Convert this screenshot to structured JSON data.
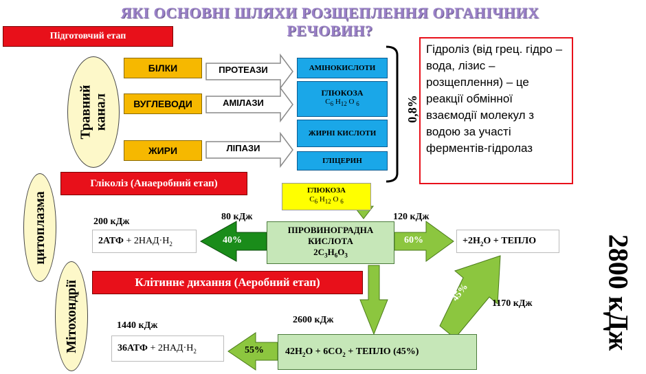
{
  "title": "ЯКІ ОСНОВНІ ШЛЯХИ РОЗЩЕПЛЕННЯ ОРГАНІЧНИХ РЕЧОВИН?",
  "prep_stage": "Підготовчий етап",
  "digestive_canal": "Травний канал",
  "substrates": [
    "БІЛКИ",
    "ВУГЛЕВОДИ",
    "ЖИРИ"
  ],
  "enzymes": [
    "ПРОТЕАЗИ",
    "АМІЛАЗИ",
    "ЛІПАЗИ"
  ],
  "products": {
    "amino": "АМІНОКИСЛОТИ",
    "glucose": "ГЛЮКОЗА",
    "fatty": "ЖИРНІ КИСЛОТИ",
    "glycerol": "ГЛІЦЕРИН"
  },
  "percent_prep": "0,8%",
  "hydrolysis_text": "Гідроліз (від грец. гідро – вода, лізис – розщеплення) – це реакції обмінної взаємодії молекул з водою за участі ферментів-гідролаз",
  "cytoplasm": "цитоплазма",
  "mitochondria": "Мітохондрії",
  "glycolysis": "Гліколіз (Анаеробний етап)",
  "glucose2": "ГЛЮКОЗА",
  "pyruvic": "ПІРОВИНОГРАДНА КИСЛОТА",
  "e200": "200 кДж",
  "e80": "80 кДж",
  "e120": "120 кДж",
  "p40": "40%",
  "p60": "60%",
  "atp2": "2АТФ",
  "nad2": "+ 2НАД",
  "heat1": "+ ТЕПЛО",
  "cell_resp": "Клітинне дихання (Аеробний етап)",
  "e1440": "1440 кДж",
  "e2600": "2600 кДж",
  "e1170": "1170 кДж",
  "p55": "55%",
  "p45": "45%",
  "atp36": "36АТФ",
  "nad36": "+ 2НАД",
  "final_suffix": "+ ТЕПЛО (45%)",
  "total": "2800 кДж"
}
